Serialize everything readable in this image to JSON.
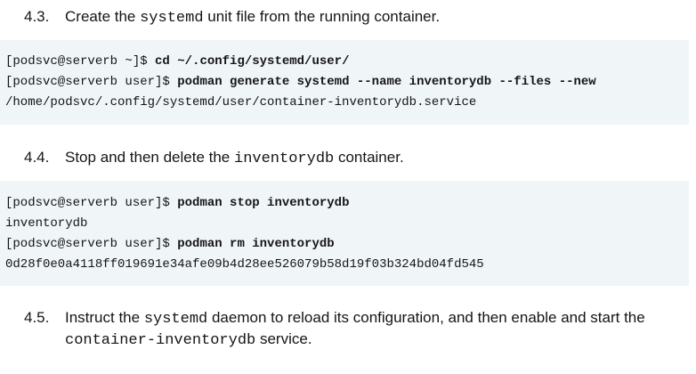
{
  "steps": [
    {
      "number": "4.3.",
      "text_before": "Create the ",
      "code": "systemd",
      "text_after": " unit file from the running container."
    },
    {
      "number": "4.4.",
      "text_before": "Stop and then delete the ",
      "code": "inventorydb",
      "text_after": " container."
    },
    {
      "number": "4.5.",
      "text_before": "Instruct the ",
      "code": "systemd",
      "text_after": " daemon to reload its configuration, and then enable and start the",
      "line2_code": "container-inventorydb",
      "line2_after": " service."
    }
  ],
  "code_blocks": [
    {
      "lines": [
        {
          "prompt": "[podsvc@serverb ~]$ ",
          "command": "cd ~/.config/systemd/user/",
          "output": ""
        },
        {
          "prompt": "[podsvc@serverb user]$ ",
          "command": "podman generate systemd --name inventorydb --files --new",
          "output": ""
        },
        {
          "prompt": "",
          "command": "",
          "output": "/home/podsvc/.config/systemd/user/container-inventorydb.service"
        }
      ]
    },
    {
      "lines": [
        {
          "prompt": "[podsvc@serverb user]$ ",
          "command": "podman stop inventorydb",
          "output": ""
        },
        {
          "prompt": "",
          "command": "",
          "output": "inventorydb"
        },
        {
          "prompt": "[podsvc@serverb user]$ ",
          "command": "podman rm inventorydb",
          "output": ""
        },
        {
          "prompt": "",
          "command": "",
          "output": "0d28f0e0a4118ff019691e34afe09b4d28ee526079b58d19f03b324bd04fd545"
        }
      ]
    }
  ]
}
